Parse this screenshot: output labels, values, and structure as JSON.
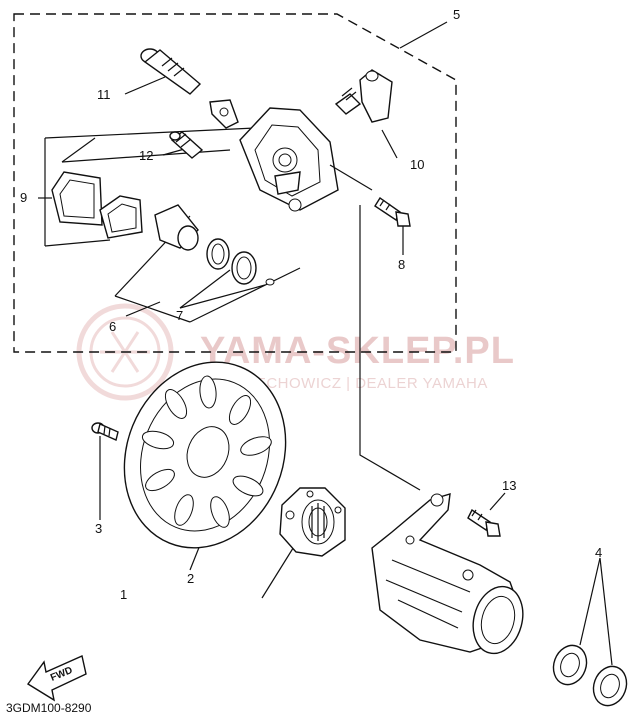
{
  "diagram_code": "3GDM100-8290",
  "fwd_label": "FWD",
  "watermark": {
    "title": "YAMA-SKLEP.PL",
    "subtitle": "WOJCIECHOWICZ | DEALER YAMAHA",
    "accent_color": "#e7bcbc"
  },
  "callouts": [
    "1",
    "2",
    "3",
    "4",
    "5",
    "6",
    "7",
    "8",
    "9",
    "10",
    "11",
    "12",
    "13"
  ]
}
